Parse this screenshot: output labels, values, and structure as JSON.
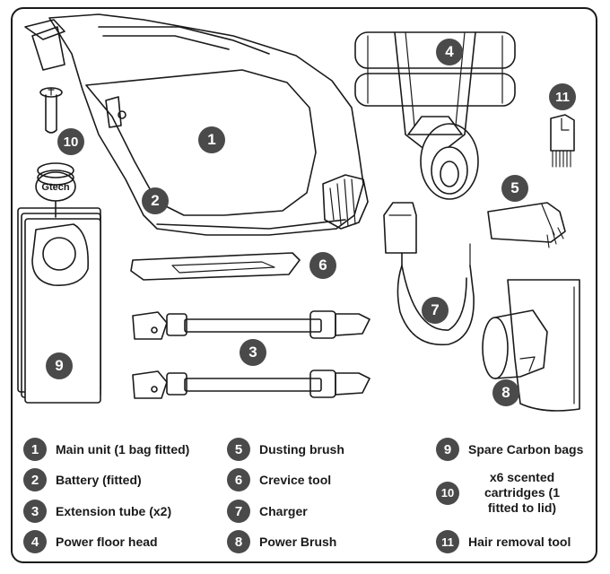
{
  "callouts": [
    {
      "num": "1"
    },
    {
      "num": "2"
    },
    {
      "num": "3"
    },
    {
      "num": "4"
    },
    {
      "num": "5"
    },
    {
      "num": "6"
    },
    {
      "num": "7"
    },
    {
      "num": "8"
    },
    {
      "num": "9"
    },
    {
      "num": "10"
    },
    {
      "num": "11"
    }
  ],
  "bag_logo": "Gtech",
  "legend": [
    {
      "num": "1",
      "label": "Main unit (1 bag fitted)"
    },
    {
      "num": "2",
      "label": "Battery (fitted)"
    },
    {
      "num": "3",
      "label": "Extension tube (x2)"
    },
    {
      "num": "4",
      "label": "Power floor head"
    },
    {
      "num": "5",
      "label": "Dusting brush"
    },
    {
      "num": "6",
      "label": "Crevice tool"
    },
    {
      "num": "7",
      "label": "Charger"
    },
    {
      "num": "8",
      "label": "Power Brush"
    },
    {
      "num": "9",
      "label": "Spare Carbon bags"
    },
    {
      "num": "10",
      "label": "x6 scented cartridges (1 fitted to lid)"
    },
    {
      "num": "11",
      "label": "Hair removal tool"
    }
  ],
  "colors": {
    "badge": "#4a4a4a",
    "stroke": "#1a1a1a"
  }
}
